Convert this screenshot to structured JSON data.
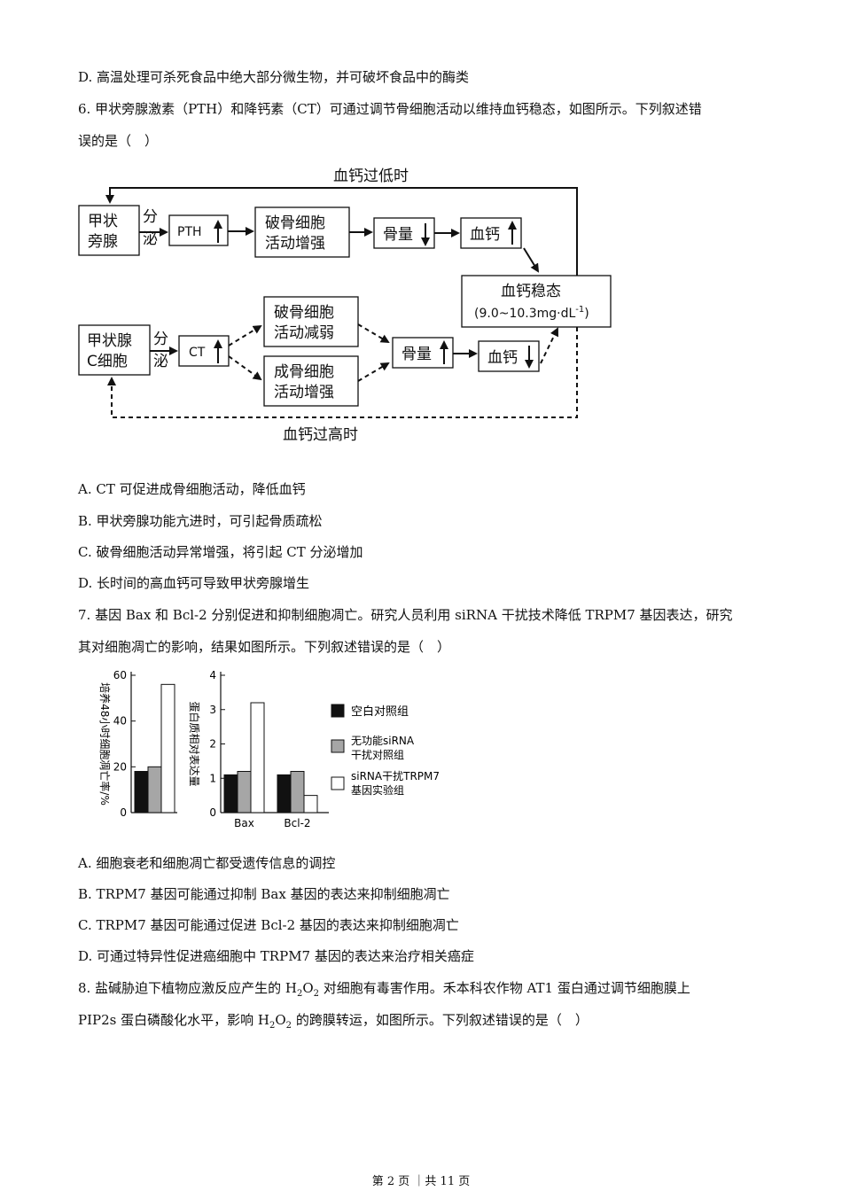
{
  "lines": {
    "l1": "D. 高温处理可杀死食品中绝大部分微生物，并可破坏食品中的酶类",
    "l2": "6. 甲状旁腺激素（PTH）和降钙素（CT）可通过调节骨细胞活动以维持血钙稳态，如图所示。下列叙述错",
    "l3": "误的是（　）",
    "q6a": "A. CT 可促进成骨细胞活动，降低血钙",
    "q6b": "B. 甲状旁腺功能亢进时，可引起骨质疏松",
    "q6c": "C. 破骨细胞活动异常增强，将引起 CT 分泌增加",
    "q6d": "D. 长时间的高血钙可导致甲状旁腺增生",
    "q7": "7. 基因 Bax 和 Bcl-2 分别促进和抑制细胞凋亡。研究人员利用 siRNA 干扰技术降低 TRPM7 基因表达，研究",
    "q7b": "其对细胞凋亡的影响，结果如图所示。下列叙述错误的是（　）",
    "q7a": "A. 细胞衰老和细胞凋亡都受遗传信息的调控",
    "q7bb": "B. TRPM7 基因可能通过抑制 Bax 基因的表达来抑制细胞凋亡",
    "q7c": "C. TRPM7 基因可能通过促进 Bcl-2 基因的表达来抑制细胞凋亡",
    "q7d": "D. 可通过特异性促进癌细胞中 TRPM7 基因的表达来治疗相关癌症",
    "q8_prefix": "8. 盐碱胁迫下植物应激反应产生的 H",
    "q8_mid": "O",
    "q8_rest": " 对细胞有毒害作用。禾本科农作物 AT1 蛋白通过调节细胞膜上",
    "q8b_prefix": "PIP2s 蛋白磷酸化水平，影响 H",
    "q8b_rest": " 的跨膜转运，如图所示。下列叙述错误的是（　）",
    "sub2": "2"
  },
  "footer": "第 2 页 ｜共 11 页",
  "diagram": {
    "top_label": "血钙过低时",
    "bottom_label": "血钙过高时",
    "gland1_l1": "甲状",
    "gland1_l2": "旁腺",
    "secrete1": "分",
    "secrete1b": "泌",
    "pth": "PTH",
    "osteo_clast_up_l1": "破骨细胞",
    "osteo_clast_up_l2": "活动增强",
    "bone_down": "骨量",
    "ca_up": "血钙",
    "homeo_l1": "血钙稳态",
    "homeo_l2": "(9.0~10.3mg·dL",
    "homeo_sup": "-1",
    "homeo_close": ")",
    "gland2_l1": "甲状腺",
    "gland2_l2": "C细胞",
    "secrete2": "分",
    "secrete2b": "泌",
    "ct": "CT",
    "osteo_clast_down_l1": "破骨细胞",
    "osteo_clast_down_l2": "活动减弱",
    "osteo_blast_up_l1": "成骨细胞",
    "osteo_blast_up_l2": "活动增强",
    "bone_up": "骨量",
    "ca_down": "血钙"
  },
  "chart_data": [
    {
      "type": "bar",
      "ylabel": "培养48小时细胞凋亡率/%",
      "ylim": [
        0,
        60
      ],
      "yticks": [
        "0",
        "20",
        "40",
        "60"
      ],
      "series": [
        {
          "name": "空白对照组",
          "values": [
            18
          ]
        },
        {
          "name": "无功能siRNA干扰对照组",
          "values": [
            20
          ]
        },
        {
          "name": "siRNA干扰TRPM7基因实验组",
          "values": [
            56
          ]
        }
      ]
    },
    {
      "type": "bar",
      "ylabel": "蛋白质相对表达量",
      "ylim": [
        0,
        4
      ],
      "yticks": [
        "0",
        "1",
        "2",
        "3",
        "4"
      ],
      "categories": [
        "Bax",
        "Bcl-2"
      ],
      "series": [
        {
          "name": "空白对照组",
          "values": [
            1.1,
            1.1
          ]
        },
        {
          "name": "无功能siRNA干扰对照组",
          "values": [
            1.2,
            1.2
          ]
        },
        {
          "name": "siRNA干扰TRPM7基因实验组",
          "values": [
            3.2,
            0.5
          ]
        }
      ]
    }
  ],
  "legend": {
    "item1": "空白对照组",
    "item2_l1": "无功能siRNA",
    "item2_l2": "干扰对照组",
    "item3_l1": "siRNA干扰TRPM7",
    "item3_l2": "基因实验组"
  },
  "colors": {
    "black": "#111111",
    "gray": "#a6a6a6",
    "white": "#ffffff"
  }
}
